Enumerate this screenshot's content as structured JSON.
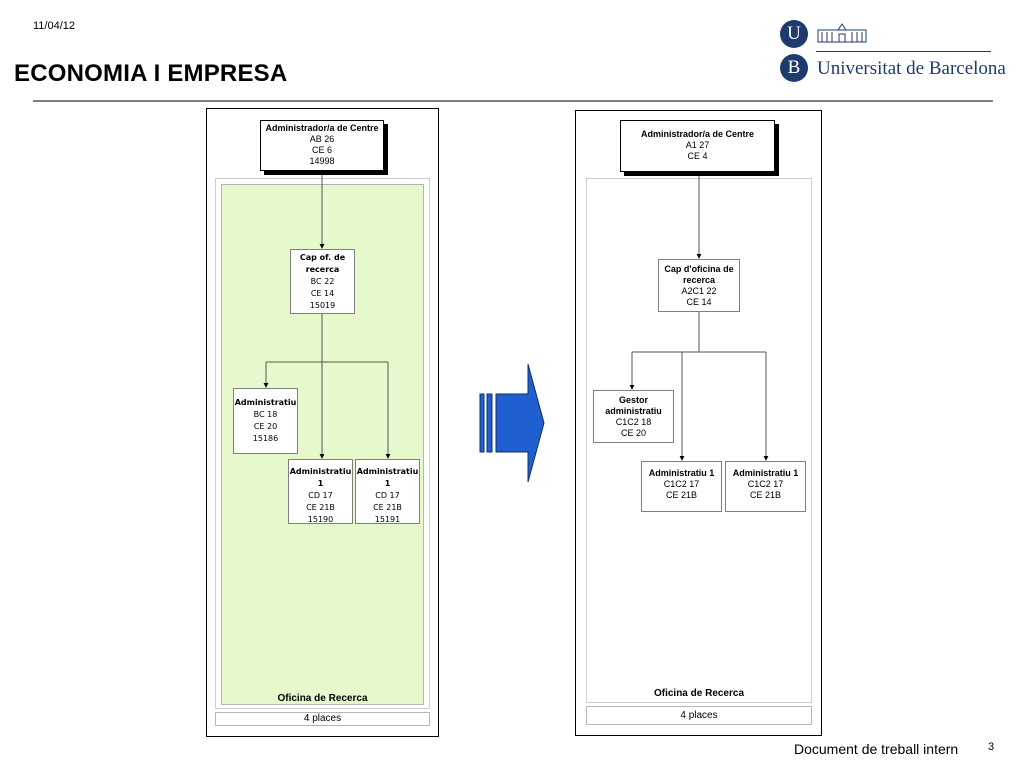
{
  "slide": {
    "date": "11/04/12",
    "title": "ECONOMIA I EMPRESA",
    "footer": "Document de treball intern",
    "page_number": "3"
  },
  "logo": {
    "letter_top": "U",
    "letter_bottom": "B",
    "name": "Universitat de Barcelona",
    "color": "#1f3a6e"
  },
  "left_chart": {
    "zone_color": "#e6f9cc",
    "top": {
      "title": "Administrador/a de Centre",
      "lines": [
        "AB 26",
        "CE 6",
        "14998"
      ]
    },
    "head": {
      "title_1": "Cap of. de",
      "title_2": "recerca",
      "lines": [
        "BC 22",
        "CE 14",
        "15019"
      ]
    },
    "staff_a": {
      "title": "Administratiu",
      "lines": [
        "BC 18",
        "CE 20",
        "15186"
      ]
    },
    "staff_b": {
      "title": "Administratiu 1",
      "lines": [
        "CD 17",
        "CE 21B",
        "15190"
      ]
    },
    "staff_c": {
      "title": "Administratiu 1",
      "lines": [
        "CD 17",
        "CE 21B",
        "15191"
      ]
    },
    "zone_label": "Oficina de Recerca",
    "places": "4 places"
  },
  "right_chart": {
    "top": {
      "title": "Administrador/a de Centre",
      "lines": [
        "A1 27",
        "CE 4"
      ]
    },
    "head": {
      "title_1": "Cap d'oficina de",
      "title_2": "recerca",
      "lines": [
        "A2C1 22",
        "CE 14"
      ]
    },
    "staff_a": {
      "title_1": "Gestor",
      "title_2": "administratiu",
      "lines": [
        "C1C2 18",
        "CE 20"
      ]
    },
    "staff_b": {
      "title": "Administratiu 1",
      "lines": [
        "C1C2 17",
        "CE 21B"
      ]
    },
    "staff_c": {
      "title": "Administratiu 1",
      "lines": [
        "C1C2 17",
        "CE 21B"
      ]
    },
    "zone_label": "Oficina de Recerca",
    "places": "4 places"
  },
  "arrow_color": "#1f5fcf"
}
